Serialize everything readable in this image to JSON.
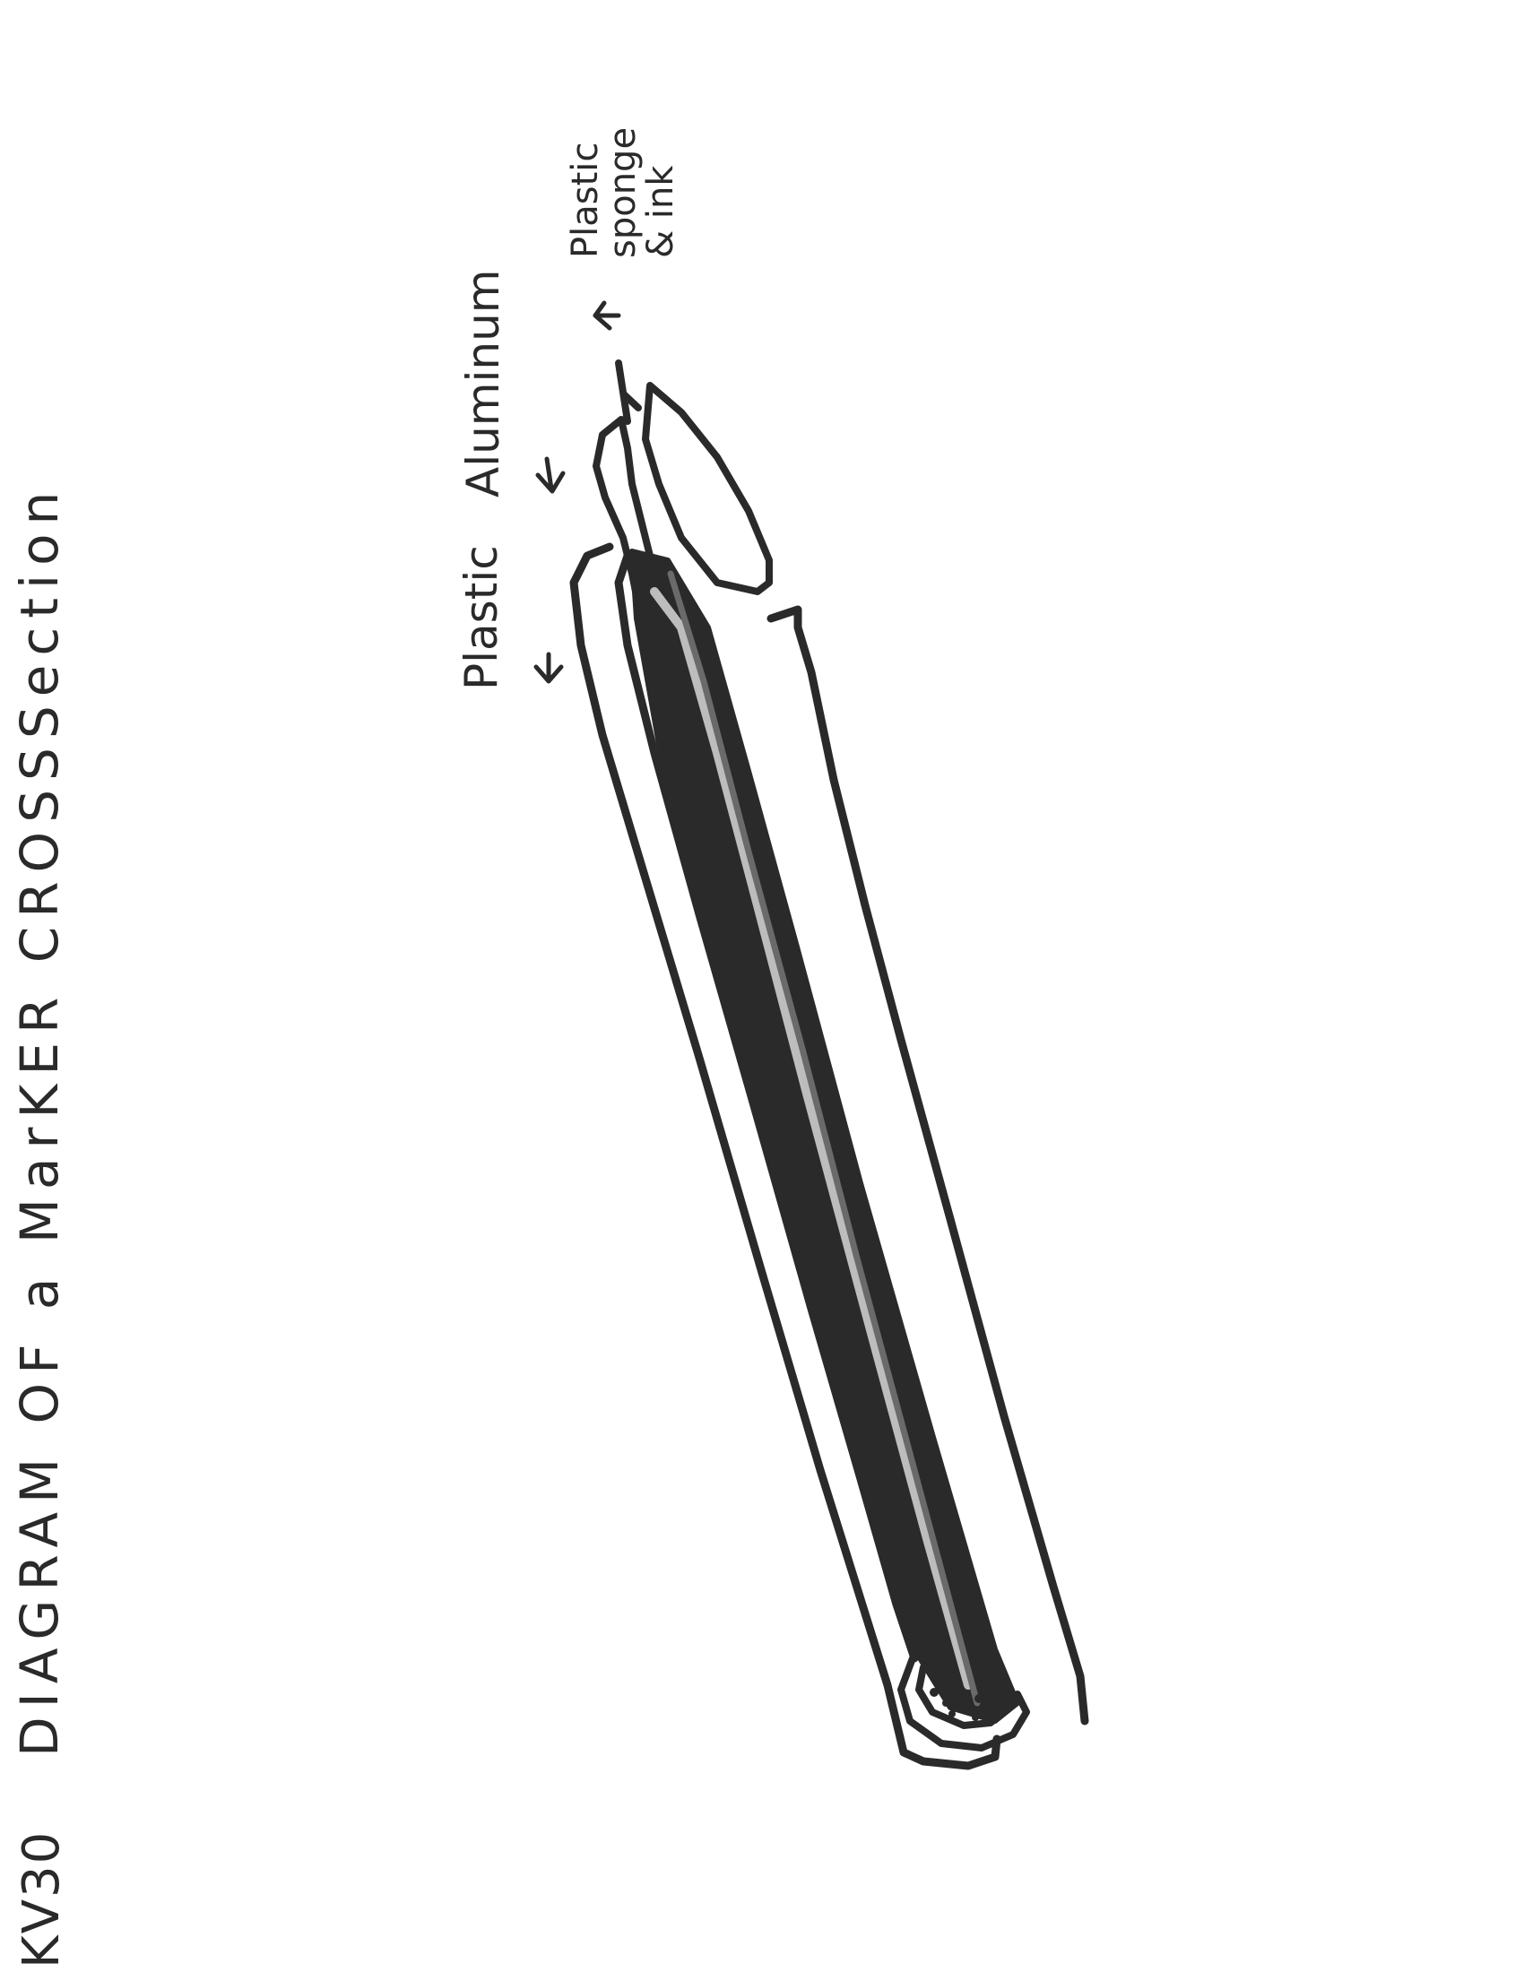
{
  "header": {
    "doc_id": "KV30",
    "title": "DIAGRAM OF a MarKER CROSSSection"
  },
  "labels": {
    "outer_plastic": "Plastic",
    "aluminum": "Aluminum",
    "tip": "Plastic sponge & ink"
  },
  "colors": {
    "ink": "#2a2a2a",
    "paper": "#ffffff"
  },
  "icons": [
    "arrow-down-icon",
    "arrow-left-icon",
    "marker-drawing"
  ]
}
